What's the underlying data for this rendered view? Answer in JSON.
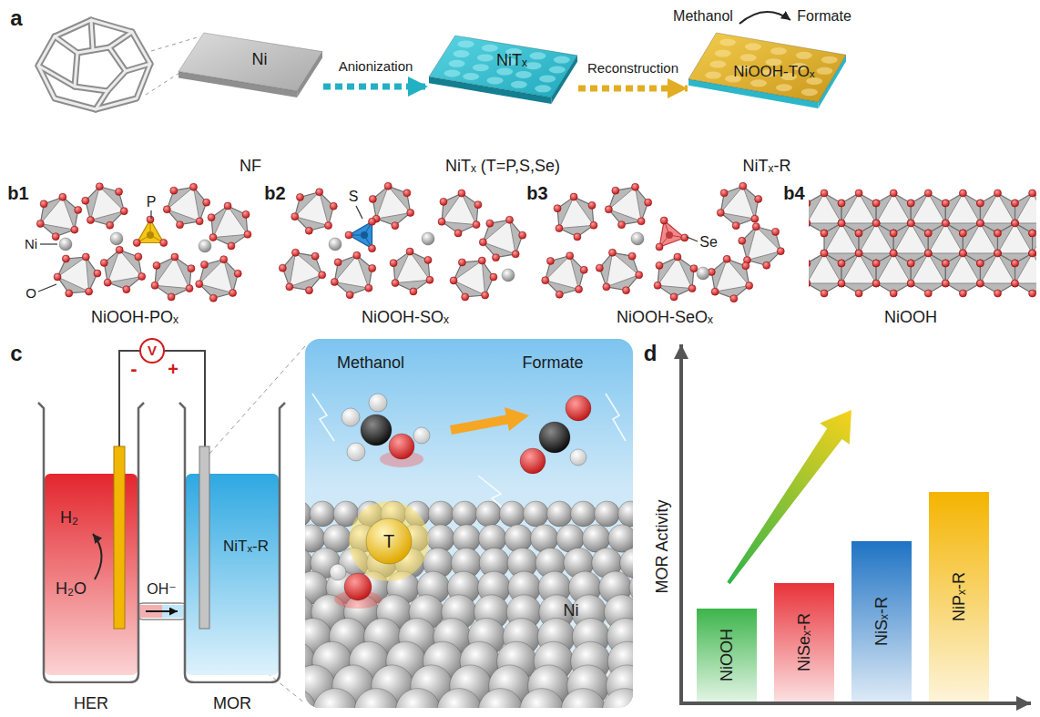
{
  "diagram": {
    "nodes": [
      {
        "text": [
          "Ni",
          "NF"
        ]
      },
      {
        "text": [
          "NiTₓ",
          "NiTₓ (T=P,S,Se)"
        ]
      },
      {
        "text": [
          "NiOOH-TOₓ",
          "NiTₓ-R"
        ]
      },
      {
        "text": [
          "H₂",
          "H₂O",
          "HER"
        ]
      },
      {
        "text": [
          "NiTₓ-R",
          "MOR"
        ]
      },
      {
        "text": [
          "Methanol",
          "Formate",
          "T",
          "Ni"
        ]
      },
      {
        "text": [
          "NiOOH"
        ]
      },
      {
        "text": [
          "NiSeₓ-R"
        ]
      },
      {
        "text": [
          "NiSₓ-R"
        ]
      },
      {
        "text": [
          "NiPₓ-R"
        ]
      }
    ],
    "edges": [
      {
        "from": 0,
        "to": 1,
        "arrow": "to",
        "label": "Anionization"
      },
      {
        "from": 1,
        "to": 2,
        "arrow": "to",
        "label": "Reconstruction"
      },
      {
        "from": 3,
        "to": 4,
        "arrow": "to",
        "label": "OH⁻"
      }
    ],
    "labels": [
      "a",
      "Methanol",
      "Formate",
      "b1",
      "P",
      "Ni",
      "O",
      "NiOOH-POₓ",
      "b2",
      "S",
      "NiOOH-SOₓ",
      "b3",
      "Se",
      "NiOOH-SeOₓ",
      "b4",
      "NiOOH",
      "c",
      "V",
      "-",
      "+",
      "d",
      "MOR Activity"
    ]
  }
}
